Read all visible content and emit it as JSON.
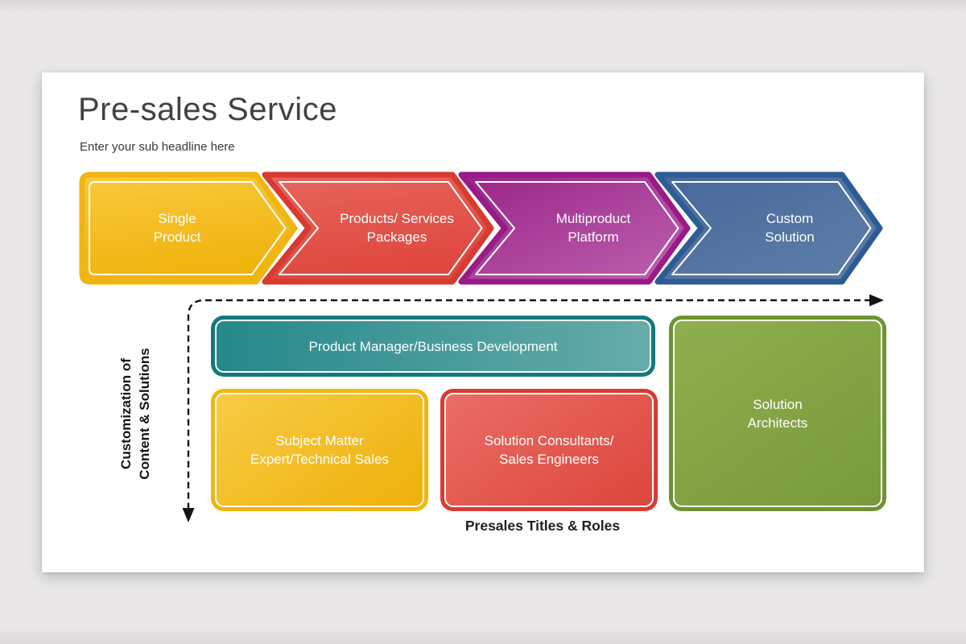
{
  "page": {
    "background": "#E9E7E8"
  },
  "slide": {
    "title": "Pre-sales Service",
    "subtitle": "Enter your sub headline here"
  },
  "stages": {
    "items": [
      {
        "label": "Single\nProduct",
        "fill": "#F7BE1E",
        "border": "#F1B512"
      },
      {
        "label": "Products/ Services\nPackages",
        "fill": "#E2544B",
        "border": "#D63A31"
      },
      {
        "label": "Multiproduct\nPlatform",
        "fill": "#A83F9C",
        "border": "#991B85"
      },
      {
        "label": "Custom\nSolution",
        "fill": "#51719E",
        "border": "#2D5C95"
      }
    ]
  },
  "axis": {
    "vertical_label": "Customization of\nContent & Solutions",
    "bottom_label": "Presales Titles & Roles",
    "line_color": "#1A1A1A"
  },
  "roles": {
    "items": [
      {
        "label": "Product Manager/Business Development",
        "fill": "#2F9193",
        "border": "#15797C"
      },
      {
        "label": "Subject Matter\nExpert/Technical Sales",
        "fill": "#F3C02A",
        "border": "#EFB70D"
      },
      {
        "label": "Solution Consultants/\nSales Engineers",
        "fill": "#E4574E",
        "border": "#DA3B31"
      },
      {
        "label": "Solution\nArchitects",
        "fill": "#85A545",
        "border": "#6F9334"
      }
    ]
  }
}
